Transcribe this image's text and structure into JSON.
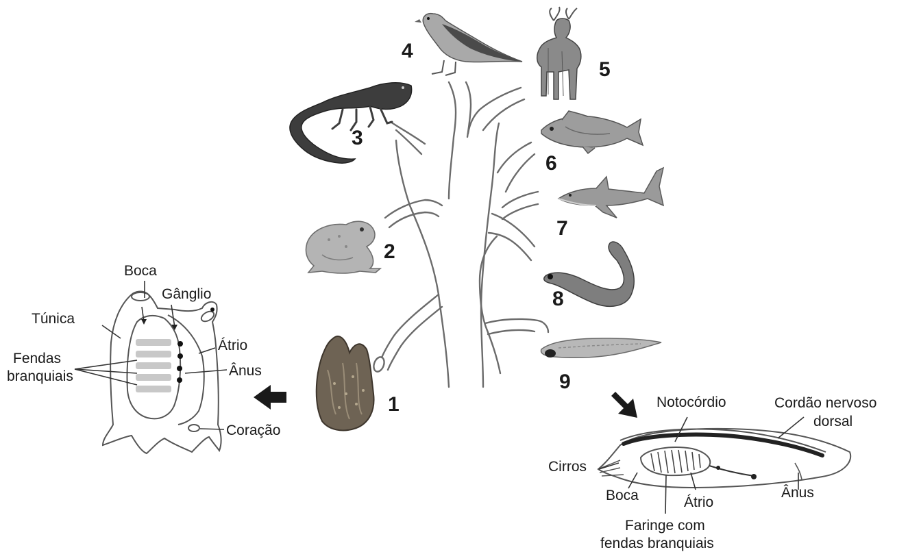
{
  "numbers": [
    "1",
    "2",
    "3",
    "4",
    "5",
    "6",
    "7",
    "8",
    "9"
  ],
  "ascidian": {
    "labels": {
      "boca": "Boca",
      "ganglio": "Gânglio",
      "tunica": "Túnica",
      "fendas_1": "Fendas",
      "fendas_2": "branquiais",
      "atrio": "Átrio",
      "anus": "Ânus",
      "coracao": "Coração"
    }
  },
  "amphioxus": {
    "labels": {
      "notocordio": "Notocórdio",
      "cordao_1": "Cordão nervoso",
      "cordao_2": "dorsal",
      "cirros": "Cirros",
      "boca": "Boca",
      "atrio": "Átrio",
      "anus": "Ânus",
      "faringe_1": "Faringe com",
      "faringe_2": "fendas branquiais"
    }
  },
  "icons": {
    "1": "sea-squirt-icon",
    "2": "frog-icon",
    "3": "salamander-icon",
    "4": "bird-icon",
    "5": "deer-icon",
    "6": "fish-icon",
    "7": "shark-icon",
    "8": "lamprey-icon",
    "9": "amphioxus-icon"
  }
}
